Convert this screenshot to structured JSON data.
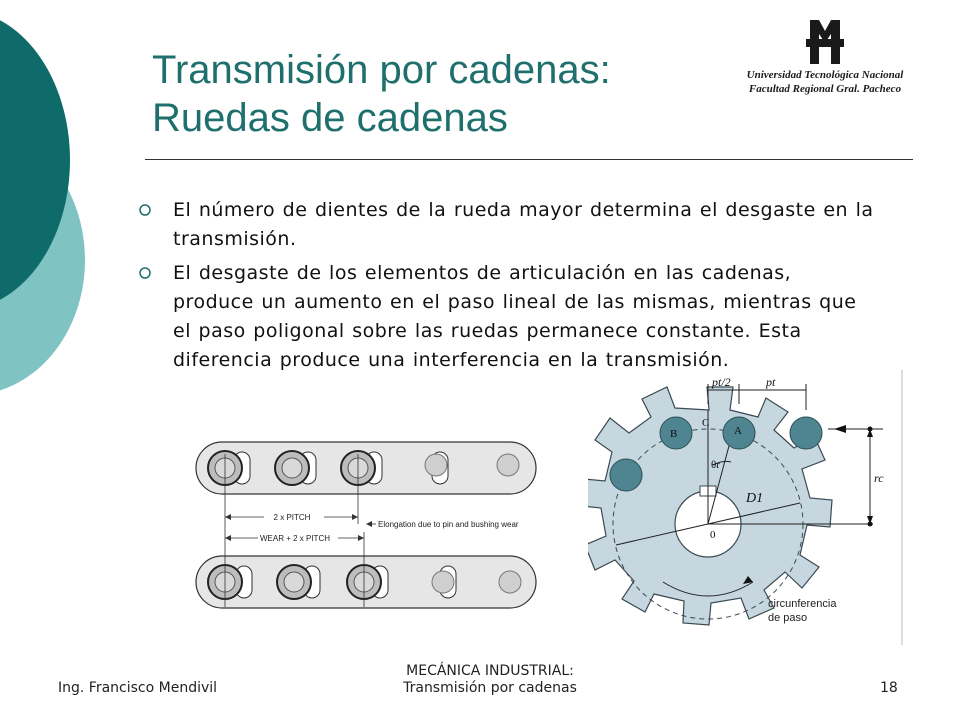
{
  "slide": {
    "title_line1": "Transmisión por cadenas:",
    "title_line2": "Ruedas de cadenas",
    "logo": {
      "line1": "Universidad Tecnológica Nacional",
      "line2": "Facultad Regional Gral. Pacheco"
    },
    "bullets": [
      {
        "text": "El número de dientes de la rueda mayor determina el desgaste en la transmisión."
      },
      {
        "text": "El desgaste de los elementos de articulación en las cadenas, produce un aumento en el paso lineal de las mismas, mientras que el paso poligonal sobre las ruedas permanece constante. Esta diferencia produce una interferencia en la transmisión."
      }
    ],
    "chain_figure": {
      "pitch_label": "2 x PITCH",
      "wear_label": "WEAR + 2 x PITCH",
      "elongation_label": "Elongation due to pin and bushing wear"
    },
    "sprocket_figure": {
      "pt_half_label": "pt/2",
      "pt_label": "pt",
      "label_b": "B",
      "label_c": "C",
      "label_a": "A",
      "theta_label": "θr",
      "d1_label": "D1",
      "zero_label": "0",
      "rc_label": "rc",
      "circle_label_line1": "circunferencia",
      "circle_label_line2": "de paso"
    },
    "footer": {
      "author": "Ing. Francisco Mendivil",
      "course_line1": "MECÁNICA INDUSTRIAL:",
      "course_line2": "Transmisión por cadenas",
      "page_number": "18"
    }
  },
  "colors": {
    "title": "#1f6f6d",
    "dark_teal": "#0f6b69",
    "light_teal": "#7fc3c3",
    "sprocket_fill": "#c6d7df",
    "roller_fill": "#4f8590"
  }
}
